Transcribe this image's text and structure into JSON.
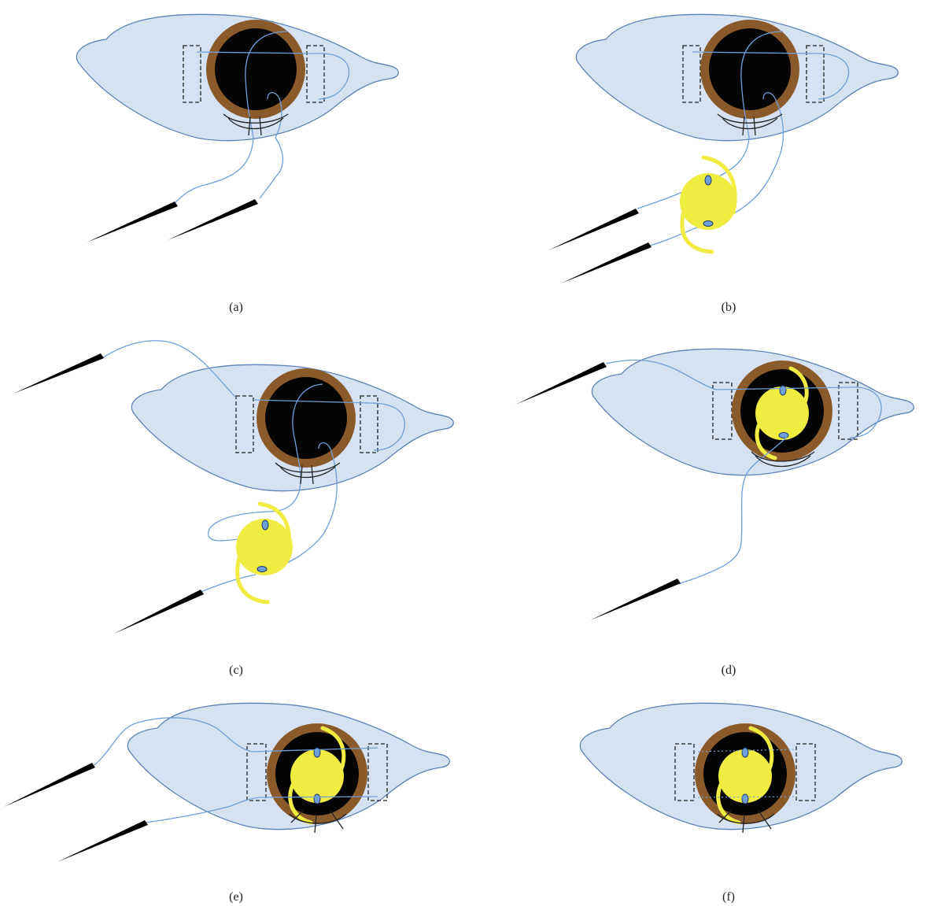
{
  "panels": [
    {
      "id": "a",
      "label": "(a)"
    },
    {
      "id": "b",
      "label": "(b)"
    },
    {
      "id": "c",
      "label": "(c)"
    },
    {
      "id": "d",
      "label": "(d)"
    },
    {
      "id": "e",
      "label": "(e)"
    },
    {
      "id": "f",
      "label": "(f)"
    }
  ],
  "colors": {
    "eye_fill": "#d6e2f1",
    "eye_stroke": "#5d82b6",
    "iris": "#8b5a2b",
    "pupil": "#050505",
    "suture": "#6f9fd8",
    "lens": "#f0ec42",
    "needle": "#000000"
  }
}
